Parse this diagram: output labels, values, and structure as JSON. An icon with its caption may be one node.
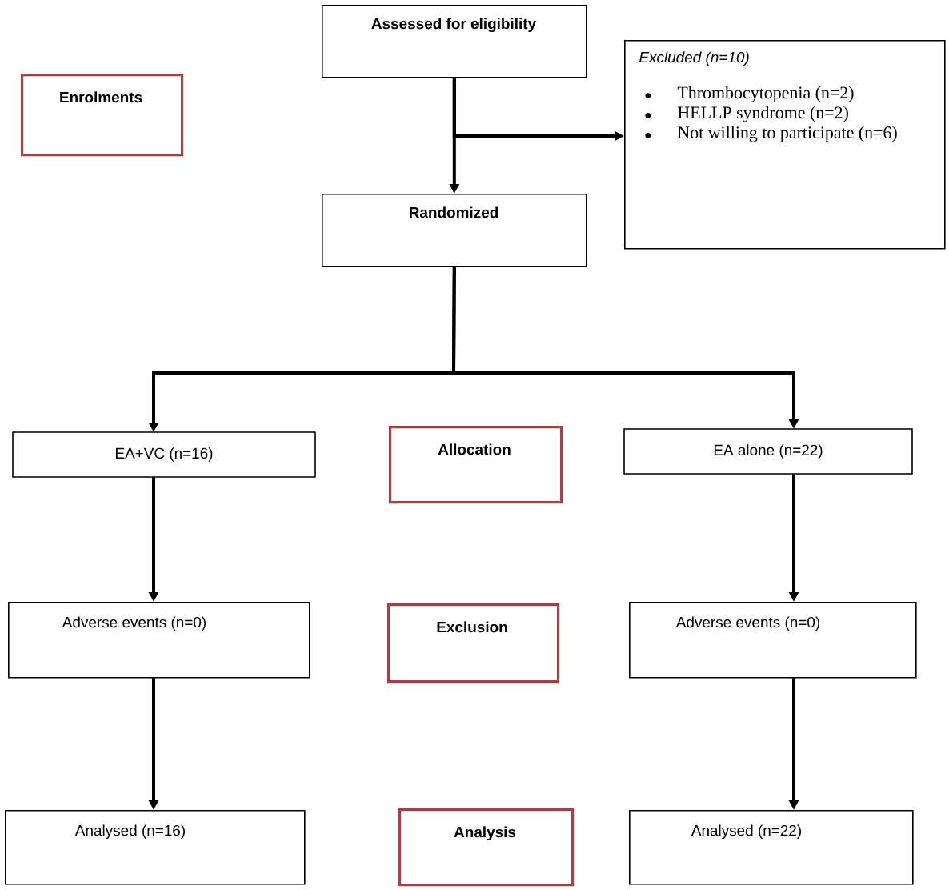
{
  "diagram": {
    "nodes": [
      {
        "text": [
          "Assessed for eligibility"
        ]
      },
      {
        "text": [
          "*Excluded (n=10)*",
          "Thrombocytopenia (n=2)",
          "HELLP syndrome (n=2)",
          "Not willing to participate (n=6)"
        ]
      },
      {
        "text": [
          "Enrolments"
        ]
      },
      {
        "text": [
          "Randomized"
        ]
      },
      {
        "text": [
          "EA+VC (n=16)"
        ]
      },
      {
        "text": [
          "Allocation"
        ]
      },
      {
        "text": [
          "EA alone (n=22)"
        ]
      },
      {
        "text": [
          "Adverse events (n=0)"
        ]
      },
      {
        "text": [
          "Exclusion"
        ]
      },
      {
        "text": [
          "Adverse events (n=0)"
        ]
      },
      {
        "text": [
          "Analysed (n=16)"
        ]
      },
      {
        "text": [
          "Analysis"
        ]
      },
      {
        "text": [
          "Analysed (n=22)"
        ]
      }
    ],
    "edges": [
      {
        "from": 0,
        "to": 3,
        "arrow": "to"
      },
      {
        "from": 0,
        "to": 1,
        "arrow": "to"
      },
      {
        "from": 3,
        "to": 4,
        "arrow": "to"
      },
      {
        "from": 3,
        "to": 6,
        "arrow": "to"
      },
      {
        "from": 4,
        "to": 7,
        "arrow": "to"
      },
      {
        "from": 6,
        "to": 9,
        "arrow": "to"
      },
      {
        "from": 7,
        "to": 10,
        "arrow": "to"
      },
      {
        "from": 9,
        "to": 12,
        "arrow": "to"
      }
    ]
  }
}
